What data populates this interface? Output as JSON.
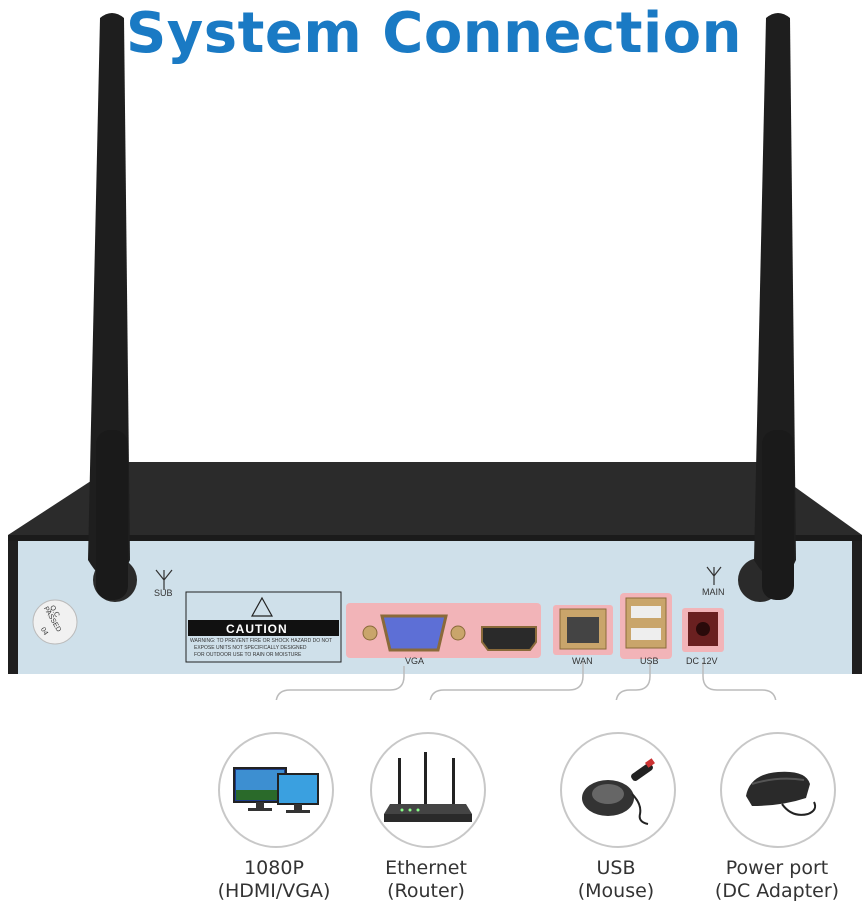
{
  "title": "System Connection",
  "caution": {
    "heading": "CAUTION",
    "line1": "WARNING: TO PREVENT FIRE OR SHOCK HAZARD DO NOT",
    "line2": "EXPOSE UNITS NOT SPECIFICALLY DESIGNED",
    "line3": "FOR OUTDOOR USE TO RAIN OR MOISTURE"
  },
  "qc_sticker": {
    "line1": "Q.C",
    "line2": "PASSED",
    "line3": "04"
  },
  "ports": {
    "sub": "SUB",
    "main": "MAIN",
    "vga": "VGA",
    "wan": "WAN",
    "usb": "USB",
    "dc": "DC 12V"
  },
  "connections": [
    {
      "line1": "1080P",
      "line2": "(HDMI/VGA)",
      "icon": "monitor-icon"
    },
    {
      "line1": "Ethernet",
      "line2": "(Router)",
      "icon": "router-icon"
    },
    {
      "line1": "USB",
      "line2": "(Mouse)",
      "icon": "mouse-icon"
    },
    {
      "line1": "Power port",
      "line2": "(DC Adapter)",
      "icon": "power-adapter-icon"
    }
  ],
  "colors": {
    "title": "#1a7ac4",
    "panel": "#cfe0ea",
    "highlight": "#f2b4b8",
    "chassis": "#2a2a2a"
  }
}
